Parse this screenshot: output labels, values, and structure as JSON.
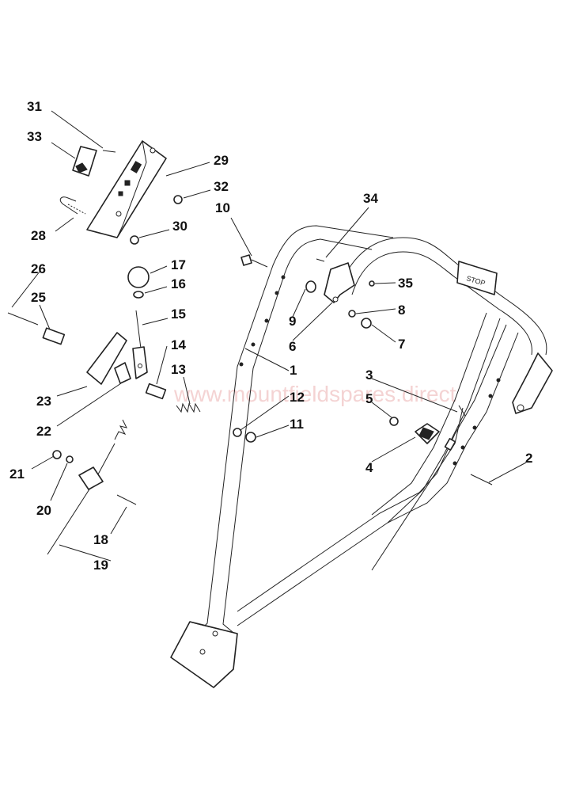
{
  "diagram": {
    "watermark": "www.mountfieldspares.direct",
    "handle_label": "STOP",
    "colors": {
      "line": "#222222",
      "background": "#ffffff",
      "watermark": "#f2c9c9"
    }
  },
  "callouts": [
    {
      "id": "1",
      "label": "1"
    },
    {
      "id": "2",
      "label": "2"
    },
    {
      "id": "3",
      "label": "3"
    },
    {
      "id": "4",
      "label": "4"
    },
    {
      "id": "5",
      "label": "5"
    },
    {
      "id": "6",
      "label": "6"
    },
    {
      "id": "7",
      "label": "7"
    },
    {
      "id": "8",
      "label": "8"
    },
    {
      "id": "9",
      "label": "9"
    },
    {
      "id": "10",
      "label": "10"
    },
    {
      "id": "11",
      "label": "11"
    },
    {
      "id": "12",
      "label": "12"
    },
    {
      "id": "13",
      "label": "13"
    },
    {
      "id": "14",
      "label": "14"
    },
    {
      "id": "15",
      "label": "15"
    },
    {
      "id": "16",
      "label": "16"
    },
    {
      "id": "17",
      "label": "17"
    },
    {
      "id": "18",
      "label": "18"
    },
    {
      "id": "19",
      "label": "19"
    },
    {
      "id": "20",
      "label": "20"
    },
    {
      "id": "21",
      "label": "21"
    },
    {
      "id": "22",
      "label": "22"
    },
    {
      "id": "23",
      "label": "23"
    },
    {
      "id": "25",
      "label": "25"
    },
    {
      "id": "26",
      "label": "26"
    },
    {
      "id": "28",
      "label": "28"
    },
    {
      "id": "29",
      "label": "29"
    },
    {
      "id": "30",
      "label": "30"
    },
    {
      "id": "31",
      "label": "31"
    },
    {
      "id": "32",
      "label": "32"
    },
    {
      "id": "33",
      "label": "33"
    },
    {
      "id": "34",
      "label": "34"
    },
    {
      "id": "35",
      "label": "35"
    }
  ]
}
